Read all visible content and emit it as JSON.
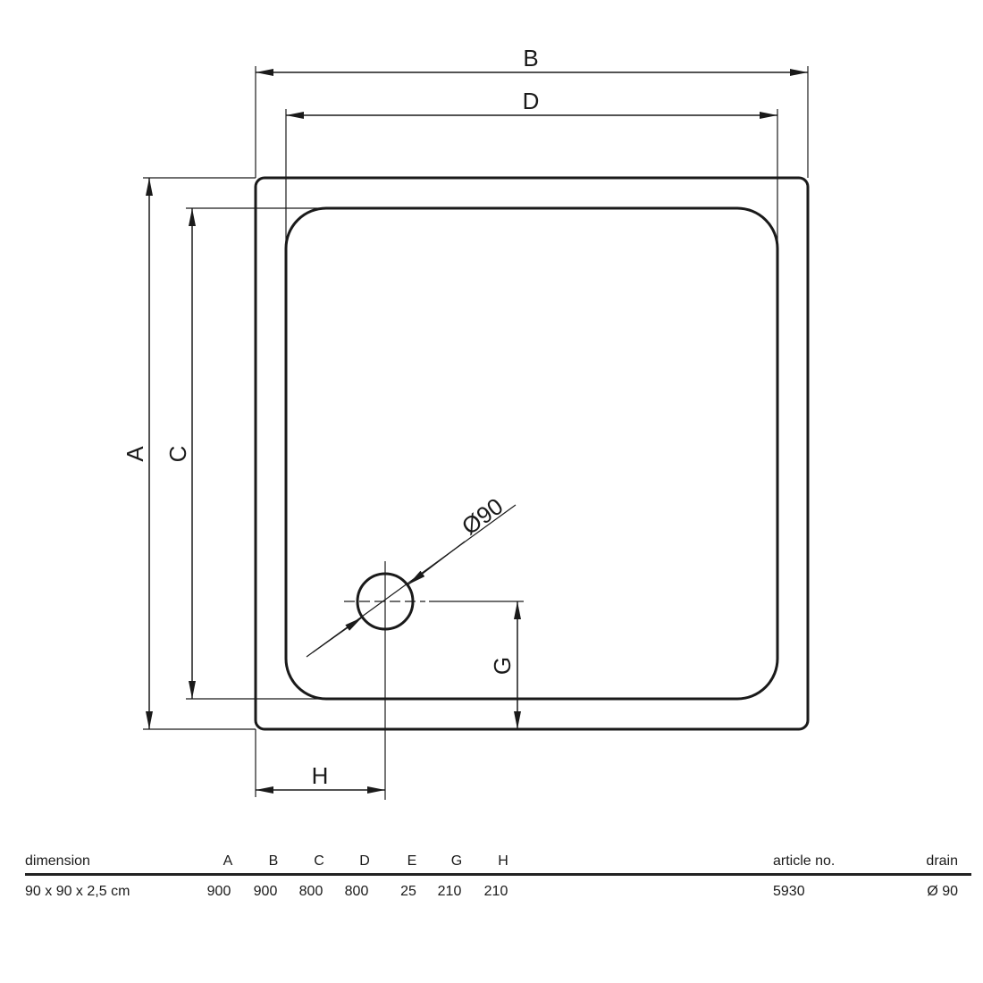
{
  "drawing": {
    "labels": {
      "A": "A",
      "B": "B",
      "C": "C",
      "D": "D",
      "G": "G",
      "H": "H",
      "drain": "Ø90"
    }
  },
  "table": {
    "headers": {
      "dimension": "dimension",
      "A": "A",
      "B": "B",
      "C": "C",
      "D": "D",
      "E": "E",
      "G": "G",
      "H": "H",
      "article": "article no.",
      "drain": "drain"
    },
    "row": {
      "dimension": "90 x 90 x 2,5 cm",
      "A": "900",
      "B": "900",
      "C": "800",
      "D": "800",
      "E": "25",
      "G": "210",
      "H": "210",
      "article": "5930",
      "drain": "Ø 90"
    }
  }
}
